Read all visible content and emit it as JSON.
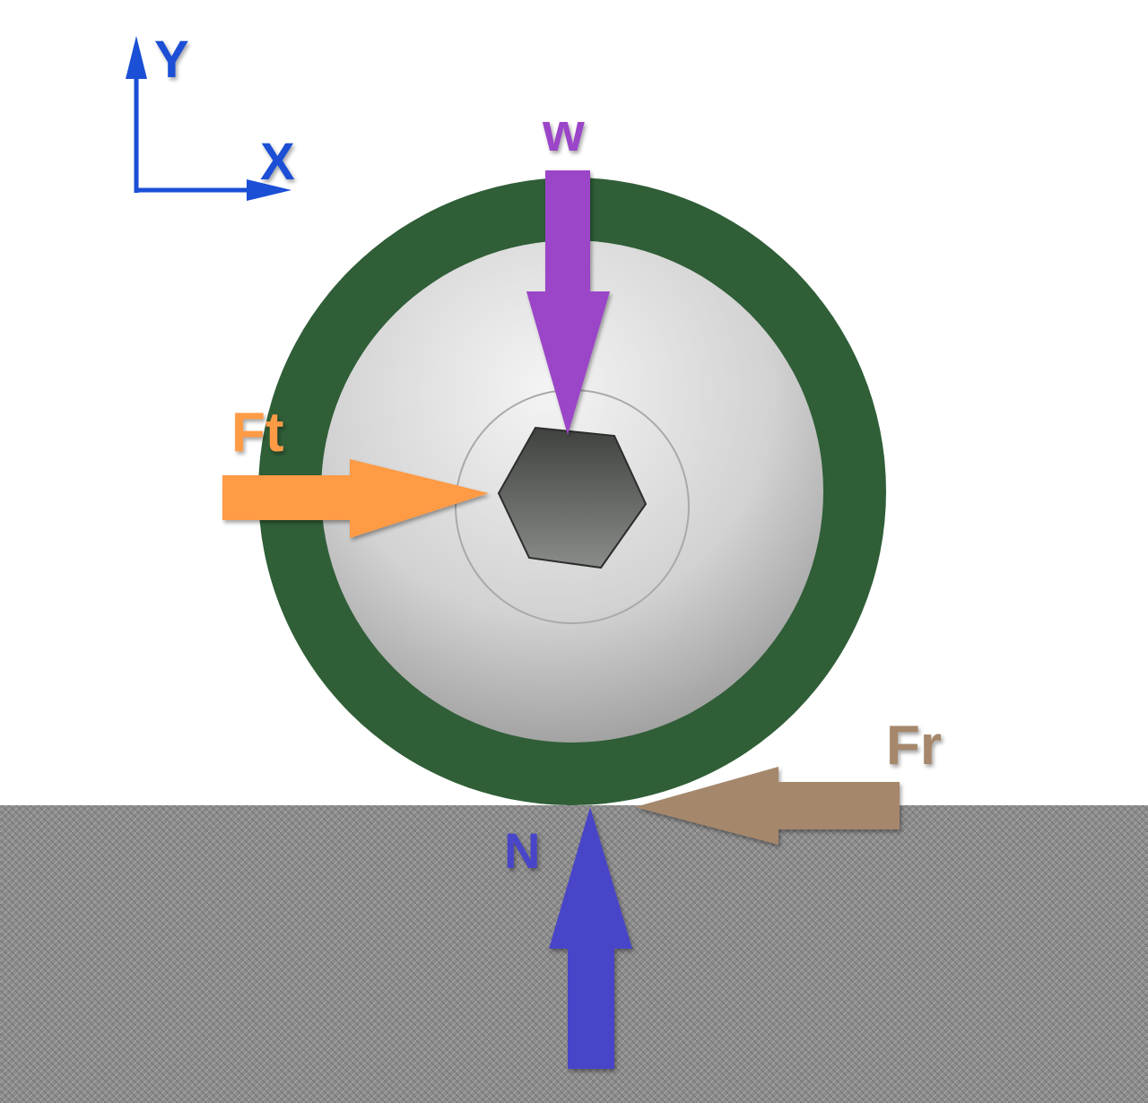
{
  "axes": {
    "y_label": "Y",
    "x_label": "X",
    "color": "#1a4fd6"
  },
  "forces": {
    "weight": {
      "label": "w",
      "color": "#9b45c8",
      "direction": "down"
    },
    "traction": {
      "label": "Ft",
      "color": "#ff9a45",
      "direction": "right"
    },
    "friction": {
      "label": "Fr",
      "color": "#a5876c",
      "direction": "left"
    },
    "normal": {
      "label": "N",
      "color": "#4a45c8",
      "direction": "up"
    }
  },
  "wheel": {
    "tire_color": "#2f5e37",
    "rim_color": "#d8d8d8",
    "hub_color": "#5a5d5a"
  },
  "ground": {
    "color": "#8a8a8a"
  }
}
